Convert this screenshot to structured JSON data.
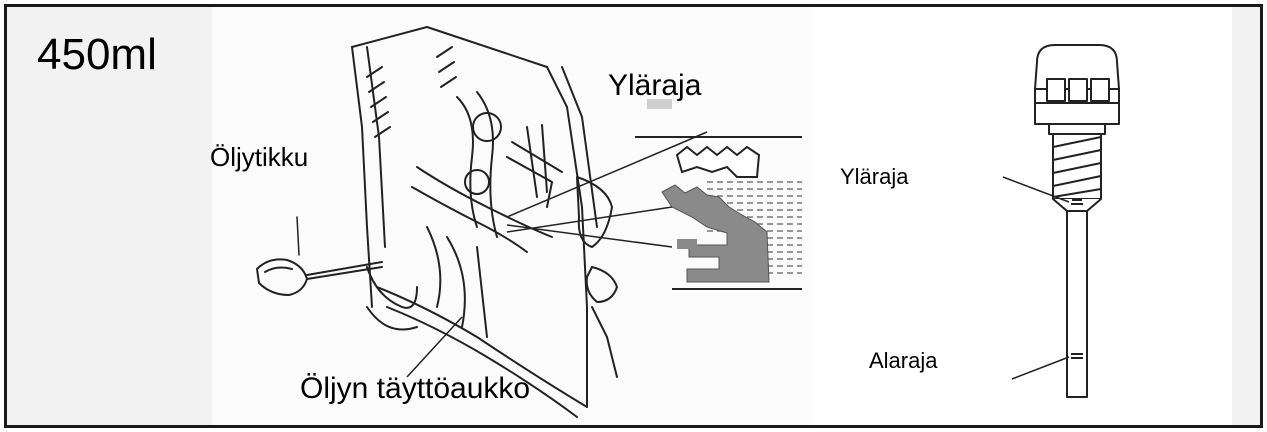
{
  "labels": {
    "volume": "450ml",
    "dipstick": "Öljytikku",
    "fill_opening": "Öljyn täyttöaukko",
    "upper_limit_zoom": "Yläraja",
    "upper_limit_stick": "Yläraja",
    "lower_limit_stick": "Alaraja"
  },
  "colors": {
    "frame_border": "#1a1a1a",
    "background": "#f2f2f2",
    "line_art": "#222222",
    "shading": "#888888"
  }
}
